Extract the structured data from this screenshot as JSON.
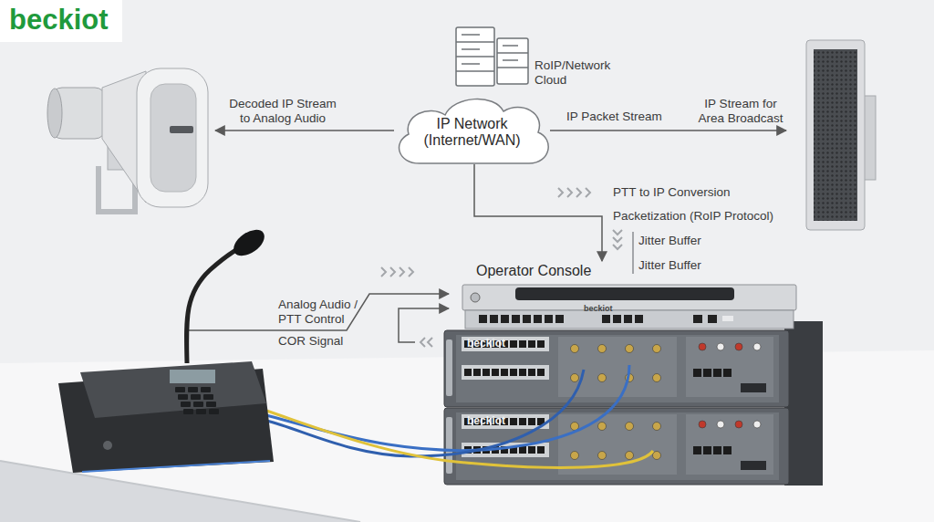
{
  "diagram": {
    "nodes": [
      {
        "text": [
          "IP Network (Internet/WAN)"
        ]
      },
      {
        "text": [
          "Operator Console"
        ]
      }
    ],
    "edges": [
      {
        "from": 0,
        "to": 1,
        "arrow": "to"
      }
    ],
    "labels": [
      "beckiot",
      "Decoded IP Stream to Analog Audio",
      "RoIP/Network Cloud",
      "IP Packet Stream",
      "IP Stream for Area Broadcast",
      "PTT to IP Conversion",
      "Packetization (RoIP Protocol)",
      "Jitter Buffer",
      "Jitter Buffer",
      "Analog Audio / PTT Control",
      "COR Signal",
      "beckiot",
      "beckiot",
      "beckiot"
    ]
  }
}
